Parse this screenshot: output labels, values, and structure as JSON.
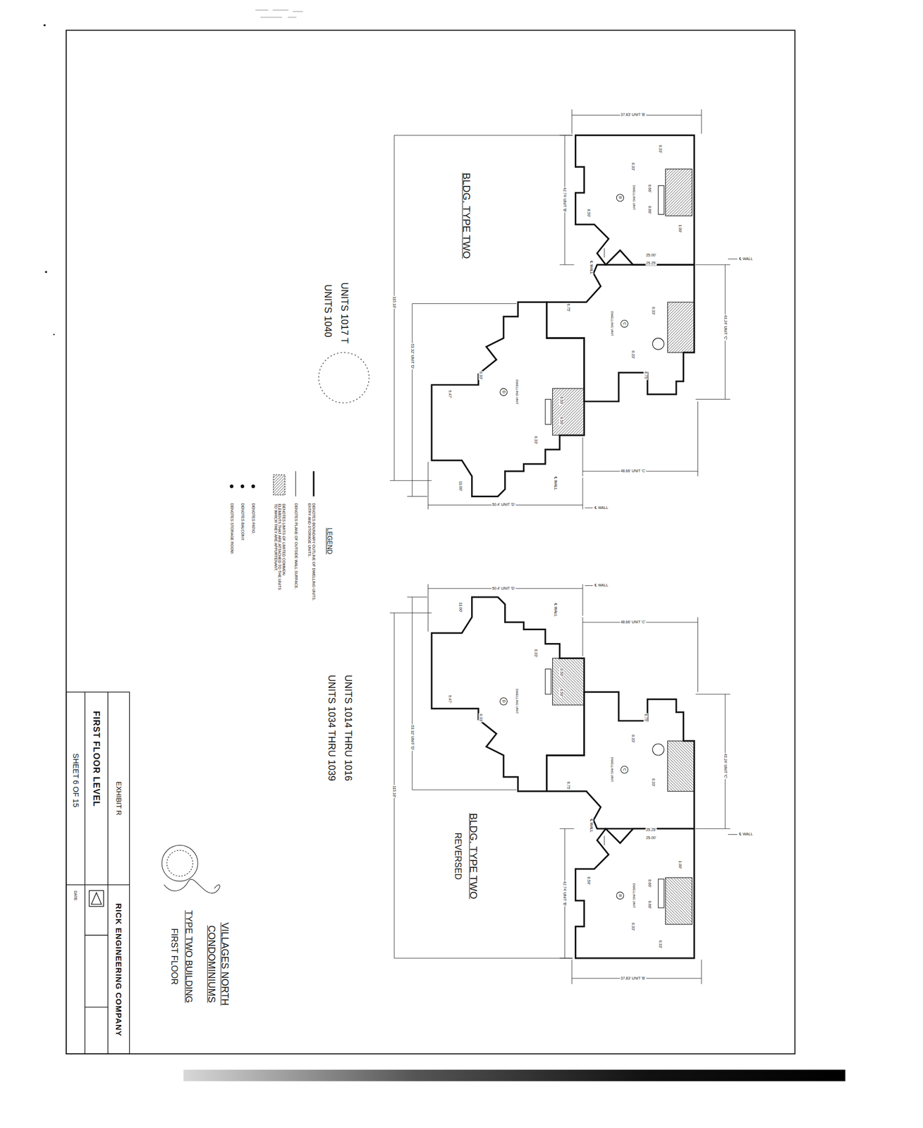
{
  "diagram": {
    "title": "VILLAGES NORTH CONDOMINIUMS",
    "labels": [
      "BLDG. TYPE TWO",
      "UNITS 1017 T",
      "UNITS 1040",
      "UNITS 1014 THRU 1016",
      "UNITS 1034 THRU 1039",
      "BLDG. TYPE TWO",
      "REVERSED",
      "LEGEND",
      "TYPE TWO BUILDING",
      "FIRST FLOOR",
      "EXHIBIT R",
      "FIRST FLOOR LEVEL",
      "SHEET 6 OF 15",
      "RICK ENGINEERING COMPANY",
      "DATE",
      "37.83' UNIT 'B'",
      "42.74' UNIT 'B'",
      "115.18'",
      "53.32' UNIT 'D'",
      "43.24' UNIT 'C'",
      "48.66' UNIT 'C'",
      "50.4' UNIT 'D'",
      "25.00'",
      "25.25'",
      "℄ WALL",
      "℄ WALL",
      "℄ WALL",
      "℄ WALL",
      "37.83' UNIT 'B'",
      "42.74' UNIT 'B'",
      "115.18'",
      "53.32' UNIT 'D'",
      "43.24' UNIT 'C'",
      "48.66' UNIT 'C'",
      "50.4' UNIT 'D'",
      "25.25'",
      "25.00'",
      "℄ WALL",
      "℄ WALL",
      "℄ WALL",
      "℄ WALL",
      "B",
      "DWELLING UNIT",
      "C",
      "DWELLING UNIT",
      "D",
      "DWELLING UNIT",
      "D",
      "DWELLING UNIT",
      "C",
      "DWELLING UNIT",
      "B",
      "DWELLING UNIT",
      "0.33'",
      "0.33'",
      "0.66'",
      "0.66'",
      "1.00'",
      "8.50'",
      "0.33'",
      "0.33'",
      "8.75'",
      "6.75'",
      "0.50'",
      "0.50'",
      "0.33'",
      "0.33'",
      "9.47'",
      "11.00'",
      "0.33'",
      "0.33'",
      "0.66'",
      "0.66'",
      "1.00'",
      "8.50'",
      "0.33'",
      "0.33'",
      "8.75'",
      "6.75'",
      "0.50'",
      "0.50'",
      "0.33'",
      "0.33'",
      "9.47'",
      "11.00'"
    ],
    "legend": [
      {
        "text": "DENOTES BOUNDARY OUTLINE OF DWELLING UNITS, ENTRY AND STORAGE UNITS."
      },
      {
        "text": "DENOTES PLANE OF OUTSIDE WALL SURFACE."
      },
      {
        "text": "DENOTES LIMITS OF LIMITED COMMON ELEMENTS THAT ARE ATTACHED TO THE UNITS TO WHICH THEY ARE APPURTENANT."
      },
      {
        "text": "DENOTES PATIO."
      },
      {
        "text": "DENOTES BALCONY."
      },
      {
        "text": "DENOTES STORAGE ROOM."
      }
    ]
  }
}
